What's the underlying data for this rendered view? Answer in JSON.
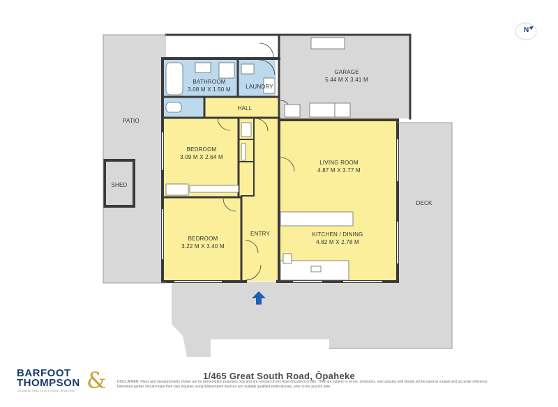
{
  "rooms": {
    "bathroom": {
      "name": "BATHROOM",
      "size": "3.08 M X 1.50 M"
    },
    "laundry": {
      "name": "LAUNDRY"
    },
    "garage": {
      "name": "GARAGE",
      "size": "5.44 M X 3.41 M"
    },
    "hall": {
      "name": "HALL"
    },
    "patio": {
      "name": "PATIO"
    },
    "bedroom1": {
      "name": "BEDROOM",
      "size": "3.09 M X 2.64 M"
    },
    "shed": {
      "name": "SHED"
    },
    "living": {
      "name": "LIVING ROOM",
      "size": "4.87 M X 3.77 M"
    },
    "deck": {
      "name": "DECK"
    },
    "bedroom2": {
      "name": "BEDROOM",
      "size": "3.22 M X 3.40 M"
    },
    "entry": {
      "name": "ENTRY"
    },
    "kitchen": {
      "name": "KITCHEN / DINING",
      "size": "4.82 M X 2.78 M"
    }
  },
  "compass": {
    "label": "N"
  },
  "address": "1/465 Great South Road, Ōpaheke",
  "disclaimer": "DISCLAIMER: Plans and measurements shown are for presentation purposes only and are not part of any legal document or title. They are subject to errors, omissions, inaccuracies and should not be used as a basis and accurate reference. Interested parties should make their own inquiries using independent sources and suitably qualified professionals, prior to the auction date.",
  "logo": {
    "line1": "BARFOOT",
    "line2": "THOMPSON",
    "amp": "&",
    "tagline": "LICENSED REAL ESTATE AGENT REAA 2008"
  },
  "colors": {
    "room": "#fbef9b",
    "outdoor": "#d8d8d8",
    "wet": "#bcd9ee",
    "wall": "#3a3a3a",
    "entry_arrow": "#1c5fb4"
  }
}
